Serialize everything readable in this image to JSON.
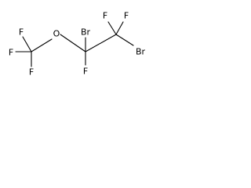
{
  "molecule": {
    "atoms": [
      {
        "id": "f1",
        "symbol": "F"
      },
      {
        "id": "f2",
        "symbol": "F"
      },
      {
        "id": "f3",
        "symbol": "F"
      },
      {
        "id": "o1",
        "symbol": "O"
      },
      {
        "id": "f4",
        "symbol": "F"
      },
      {
        "id": "br1",
        "symbol": "Br"
      },
      {
        "id": "f5",
        "symbol": "F"
      },
      {
        "id": "f6",
        "symbol": "F"
      },
      {
        "id": "br2",
        "symbol": "Br"
      }
    ]
  }
}
